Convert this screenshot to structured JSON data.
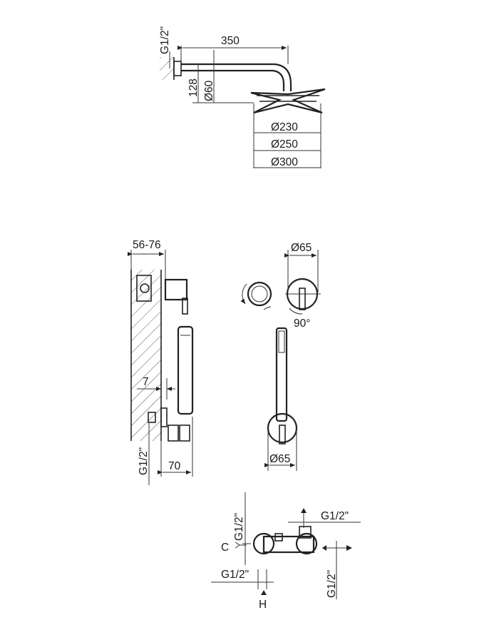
{
  "top_view": {
    "thread_label": "G1/2\"",
    "arm_length": "350",
    "height_offset": "128",
    "flange_diameter": "Ø60",
    "head_diameters": [
      "Ø230",
      "Ø250",
      "Ø300"
    ]
  },
  "mixer_side_view": {
    "wall_depth": "56-76",
    "gap": "7",
    "thread_label": "G1/2\"",
    "outlet_projection": "70"
  },
  "mixer_front_view": {
    "escutcheon_diameter": "Ø65",
    "rotation": "90°",
    "holder_diameter": "Ø65"
  },
  "bottom_view": {
    "thread_left_vertical": "G1/2\"",
    "thread_top_right": "G1/2\"",
    "cold_label": "C",
    "thread_bottom_left": "G1/2\"",
    "thread_right_vertical": "G1/2\"",
    "hot_label": "H"
  }
}
